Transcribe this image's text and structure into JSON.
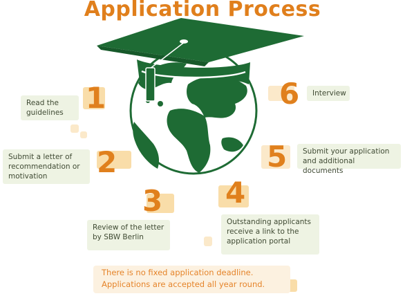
{
  "title": "Application Process",
  "steps": [
    {
      "number": "1",
      "text": "Read the guidelines"
    },
    {
      "number": "2",
      "text": "Submit a letter of recommendation or motivation"
    },
    {
      "number": "3",
      "text": "Review of the letter by SBW Berlin"
    },
    {
      "number": "4",
      "text": "Outstanding applicants receive a link to the application portal"
    },
    {
      "number": "5",
      "text": "Submit your application and additional documents"
    },
    {
      "number": "6",
      "text": "Interview"
    }
  ],
  "note": {
    "line1": "There is no fixed application deadline.",
    "line2": "Applications are accepted all year round."
  },
  "colors": {
    "accent": "#e07f1c",
    "globe": "#1e6b34",
    "box": "#eef3e3",
    "highlight": "#f8d9a0"
  }
}
